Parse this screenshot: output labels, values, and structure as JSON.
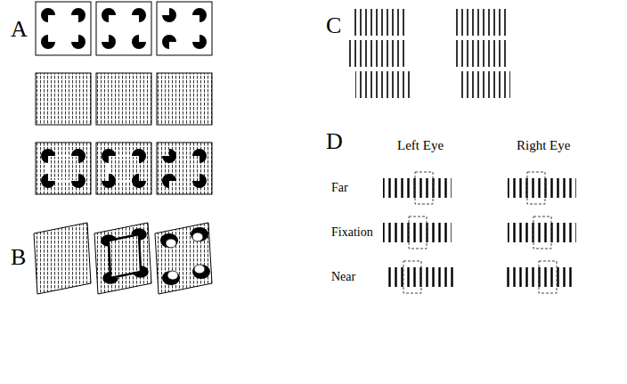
{
  "diagram": {
    "labels": [
      "A",
      "B",
      "C",
      "D",
      "Left Eye",
      "Right Eye",
      "Far",
      "Fixation",
      "Near"
    ]
  }
}
